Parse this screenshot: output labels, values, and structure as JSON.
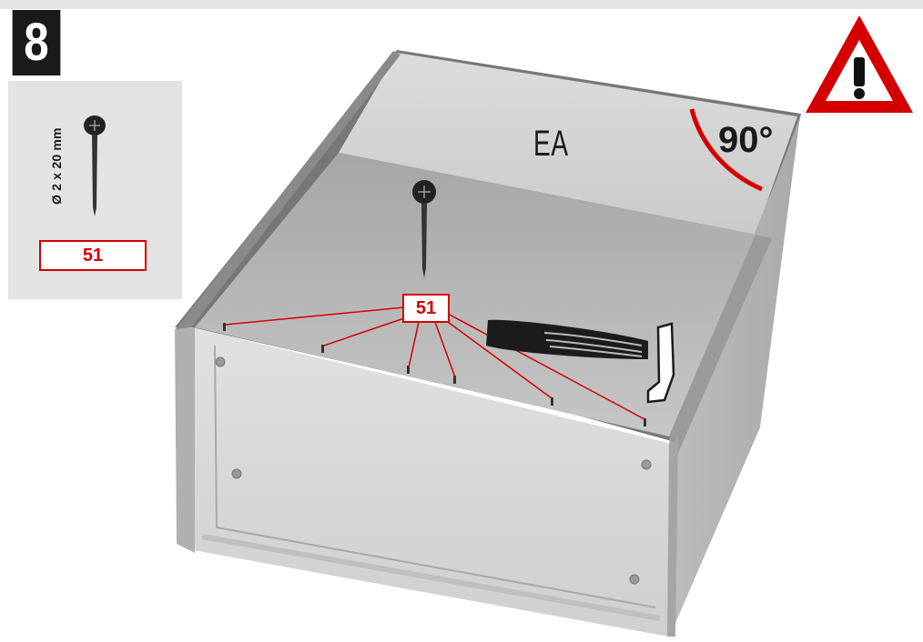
{
  "step": {
    "number": "8"
  },
  "parts": [
    {
      "size": "Ø 2 x 20 mm",
      "quantity": "51",
      "icon": "nail-icon"
    }
  ],
  "diagram": {
    "panel_label": "EA",
    "angle_label": "90°",
    "callout_label": "51",
    "warning_icon": "warning-triangle-icon",
    "tool_icon": "hammer-icon",
    "colors": {
      "accent": "#d40000",
      "badge": "#1a1a1a",
      "panel_bg": "#e3e3e3"
    }
  }
}
